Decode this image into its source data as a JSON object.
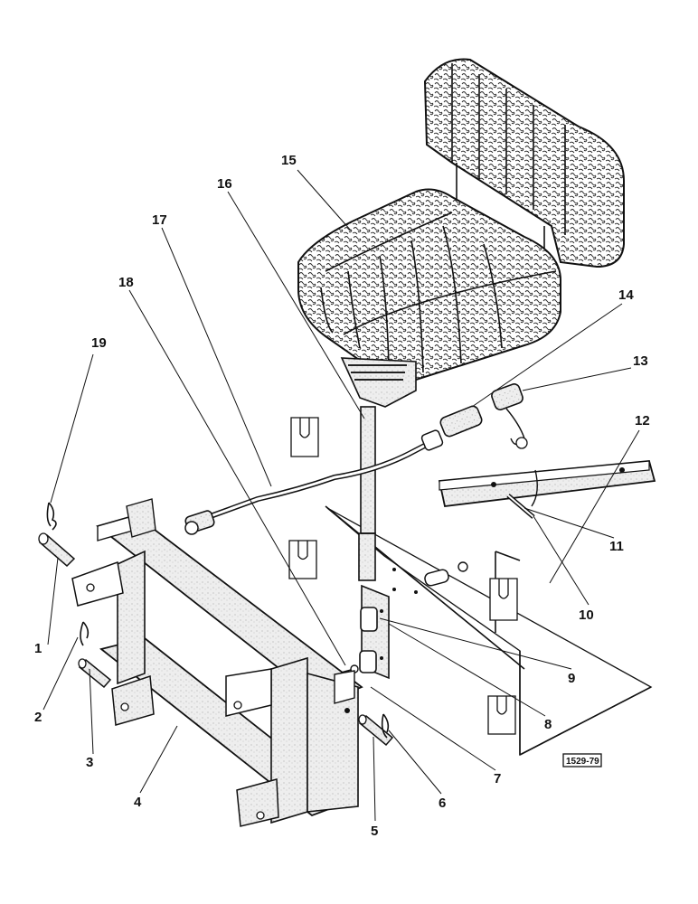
{
  "diagram": {
    "callouts": [
      "1",
      "2",
      "3",
      "4",
      "5",
      "6",
      "7",
      "8",
      "9",
      "10",
      "11",
      "12",
      "13",
      "14",
      "15",
      "16",
      "17",
      "18",
      "19"
    ],
    "figure_code": "1529-79"
  },
  "colors": {
    "ink": "#111111",
    "paper": "#ffffff"
  }
}
